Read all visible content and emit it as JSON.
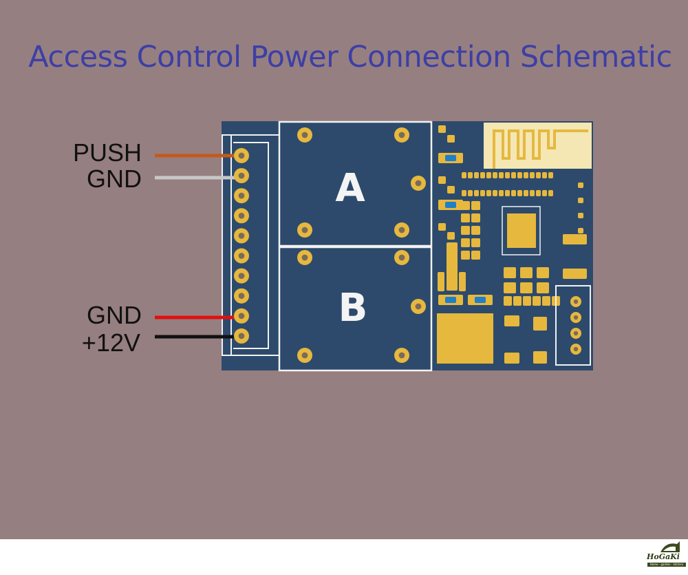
{
  "title": "Access Control Power Connection Schematic",
  "labels": {
    "push": "PUSH",
    "gnd_top": "GND",
    "gnd_bottom": "GND",
    "v12": "+12V"
  },
  "board": {
    "relay_a": "A",
    "relay_b": "B"
  },
  "wire_colors": {
    "push": "#c55a1a",
    "gnd_top": "#c8c8c8",
    "gnd_bottom": "#e01010",
    "v12": "#111111"
  },
  "colors": {
    "background": "#967f80",
    "title": "#3d3fa6",
    "pcb": "#2d4a6c",
    "pad": "#e6b83e"
  },
  "logo": {
    "name": "HoGaKi",
    "tagline": "Home - garden - kitchen"
  }
}
